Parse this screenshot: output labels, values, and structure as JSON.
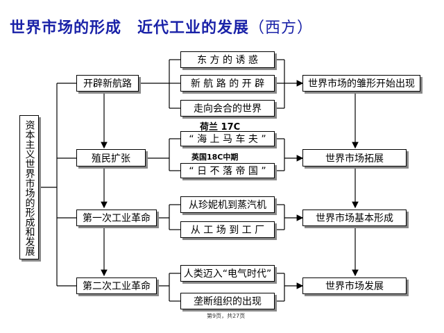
{
  "title": {
    "main": "世界市场的形成　近代工业的发展",
    "sub": "（西方）"
  },
  "root": "资本主义世界市场的形成和发展",
  "stages": [
    "开辟新航路",
    "殖民扩张",
    "第一次工业革命",
    "第二次工业革命"
  ],
  "details": [
    "东 方 的 诱 惑",
    "新 航 路 的 开 辟",
    "走向会合的世界",
    "“ 海 上 马 车 夫 ”",
    "“ 日 不 落 帝 国 ”",
    "从珍妮机到蒸汽机",
    "从 工 场 到 工 厂",
    "人类迈入“电气时代”",
    "垄断组织的出现"
  ],
  "labels": {
    "netherlands": "荷兰 17C",
    "britain": "英国18C中期"
  },
  "results": [
    "世界市场的雏形开始出现",
    "世界市场拓展",
    "世界市场基本形成",
    "世界市场发展"
  ],
  "footer": "第9页，共27页"
}
